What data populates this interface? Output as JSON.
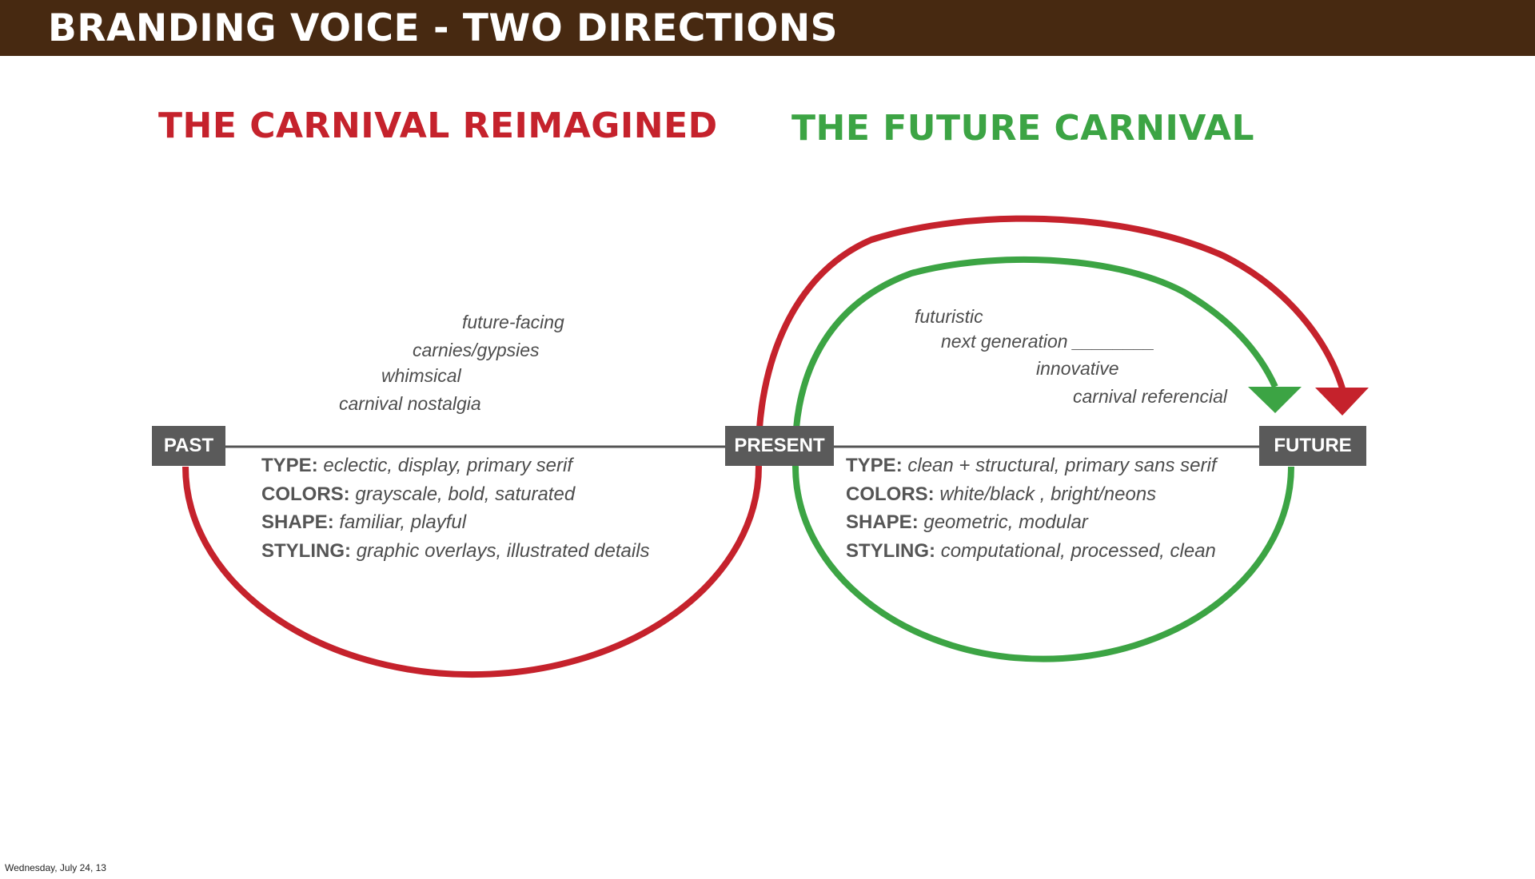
{
  "header": {
    "title": "BRANDING VOICE - TWO DIRECTIONS",
    "bar_color": "#472911"
  },
  "directions": [
    {
      "title": "THE CARNIVAL REIMAGINED",
      "color": "#c5222c"
    },
    {
      "title": "THE FUTURE CARNIVAL",
      "color": "#3ca444"
    }
  ],
  "nodes": {
    "past": "PAST",
    "present": "PRESENT",
    "future": "FUTURE"
  },
  "reimagined_keywords": [
    "future-facing",
    "carnies/gypsies",
    "whimsical",
    "carnival nostalgia"
  ],
  "future_keywords": [
    "futuristic",
    "next generation ________",
    "innovative",
    "carnival referencial"
  ],
  "reimagined_attributes": [
    {
      "key": "TYPE",
      "value": "eclectic, display, primary serif"
    },
    {
      "key": "COLORS",
      "value": "grayscale, bold, saturated"
    },
    {
      "key": "SHAPE",
      "value": "familiar, playful"
    },
    {
      "key": "STYLING",
      "value": "graphic overlays, illustrated details"
    }
  ],
  "future_attributes": [
    {
      "key": "TYPE",
      "value": "clean + structural, primary sans serif"
    },
    {
      "key": "COLORS",
      "value": "white/black , bright/neons"
    },
    {
      "key": "SHAPE",
      "value": "geometric, modular"
    },
    {
      "key": "STYLING",
      "value": "computational, processed, clean"
    }
  ],
  "footer": {
    "date": "Wednesday, July 24, 13"
  }
}
